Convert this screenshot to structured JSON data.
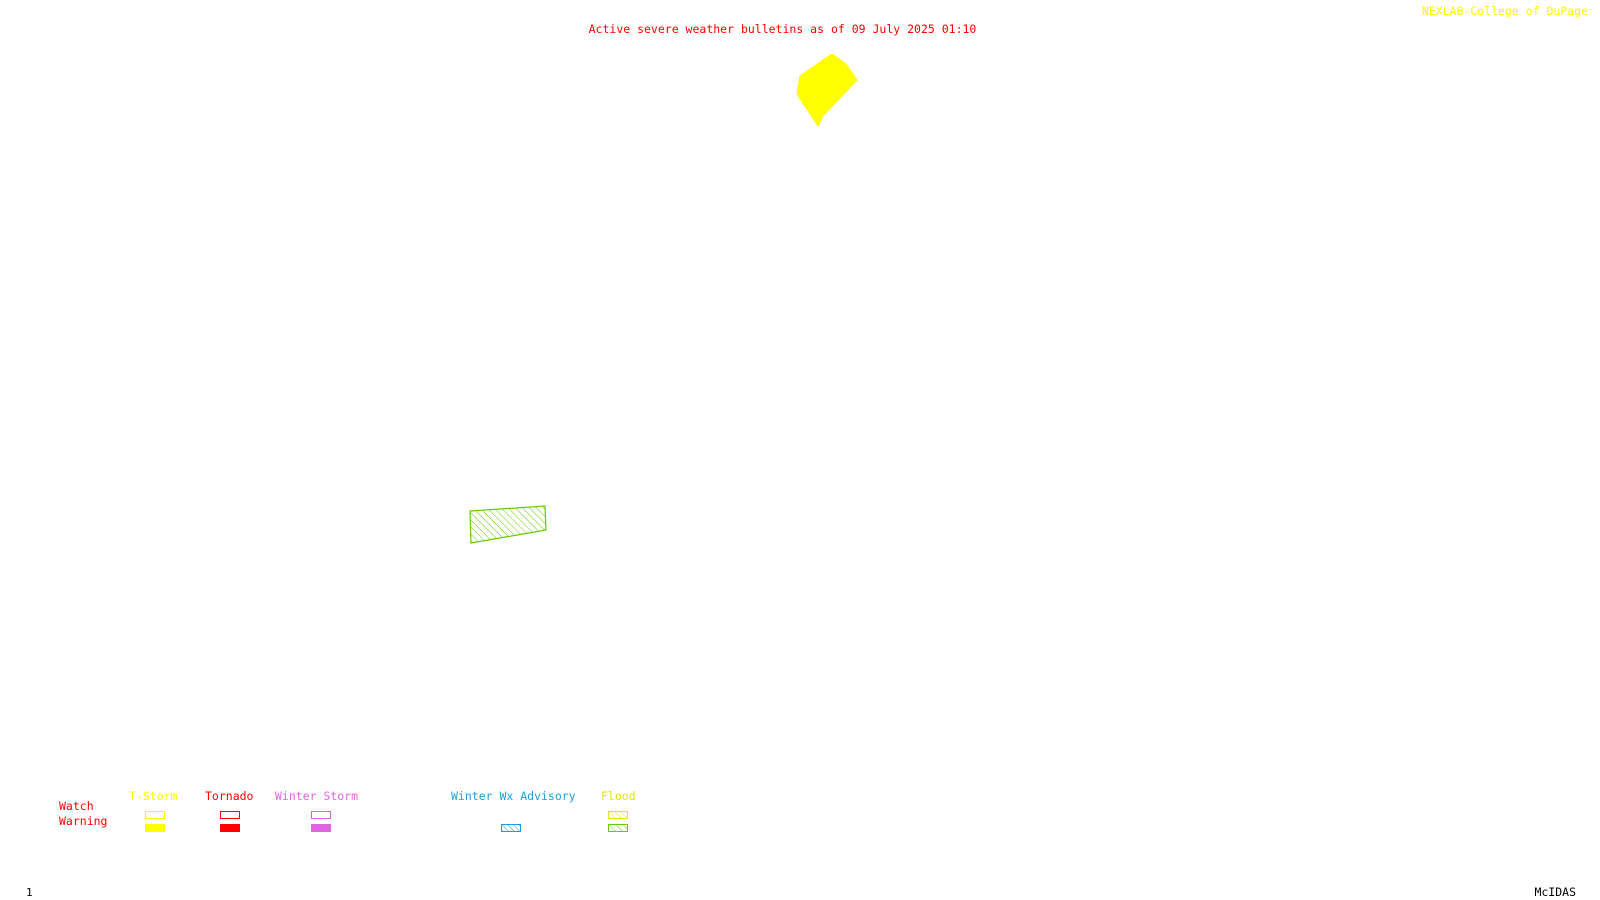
{
  "header": {
    "title": "Active severe weather bulletins as of 09 July 2025 01:10",
    "credit": "NEXLAB-College of DuPage"
  },
  "legend": {
    "row_labels": {
      "watch": "Watch",
      "warning": "Warning"
    },
    "categories": {
      "tstorm": "T-Storm",
      "tornado": "Tornado",
      "winter_storm": "Winter Storm",
      "winter_wx_advisory": "Winter Wx Advisory",
      "flood": "Flood"
    }
  },
  "footer": {
    "frame_number": "1",
    "software": "McIDAS"
  },
  "colors": {
    "title_red": "#ff0000",
    "tstorm_yellow": "#ffff00",
    "tornado_red": "#ff0000",
    "winter_storm_magenta": "#e066e0",
    "winter_advisory_blue": "#1e9fd6",
    "flood_green": "#66cc00",
    "flood_watch_yellow": "#e6e600",
    "credit_yellow": "#ffff00"
  }
}
